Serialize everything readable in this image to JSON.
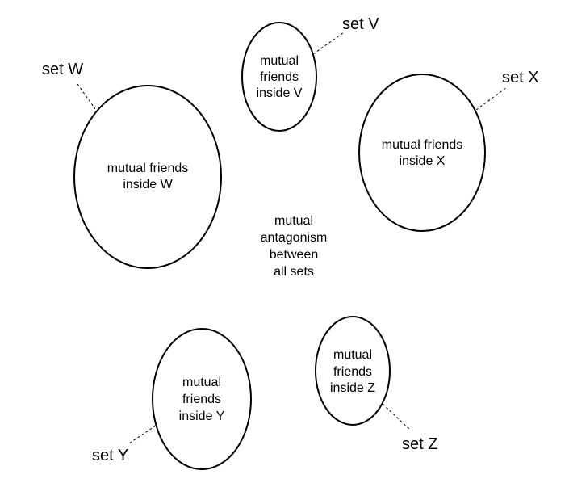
{
  "sets": [
    {
      "key": "W",
      "label": "set W",
      "inner": [
        "mutual friends",
        "inside W"
      ]
    },
    {
      "key": "V",
      "label": "set V",
      "inner": [
        "mutual",
        "friends",
        "inside V"
      ]
    },
    {
      "key": "X",
      "label": "set X",
      "inner": [
        "mutual friends",
        "inside X"
      ]
    },
    {
      "key": "Y",
      "label": "set Y",
      "inner": [
        "mutual",
        "friends",
        "inside Y"
      ]
    },
    {
      "key": "Z",
      "label": "set Z",
      "inner": [
        "mutual",
        "friends",
        "inside Z"
      ]
    }
  ],
  "center": {
    "lines": [
      "mutual",
      "antagonism",
      "between",
      "all sets"
    ]
  }
}
